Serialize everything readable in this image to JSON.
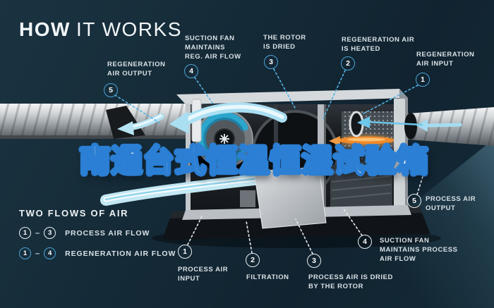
{
  "title": {
    "word_bold": "HOW",
    "word_light": "IT WORKS"
  },
  "watermark_text": "南通台式恒温恒湿试验箱",
  "callouts": [
    {
      "num": "5",
      "label": "REGENERATION\nAIR OUTPUT",
      "flow": "regeneration"
    },
    {
      "num": "4",
      "label": "SUCTION FAN\nMAINTAINS\nREG. AIR FLOW",
      "flow": "regeneration"
    },
    {
      "num": "3",
      "label": "THE ROTOR\nIS DRIED",
      "flow": "regeneration"
    },
    {
      "num": "2",
      "label": "REGENERATION AIR\nIS HEATED",
      "flow": "regeneration"
    },
    {
      "num": "1",
      "label": "REGENERATION\nAIR INPUT",
      "flow": "regeneration"
    },
    {
      "num": "1",
      "label": "PROCESS AIR\nINPUT",
      "flow": "process"
    },
    {
      "num": "2",
      "label": "FILTRATION",
      "flow": "process"
    },
    {
      "num": "3",
      "label": "PROCESS AIR IS DRIED\nBY THE ROTOR",
      "flow": "process"
    },
    {
      "num": "4",
      "label": "SUCTION FAN\nMAINTAINS PROCESS\nAIR FLOW",
      "flow": "process"
    },
    {
      "num": "5",
      "label": "PROCESS AIR\nOUTPUT",
      "flow": "process"
    }
  ],
  "legend": {
    "title": "TWO FLOWS OF AIR",
    "rows": [
      {
        "from": "1",
        "dash": "–",
        "to": "3",
        "label": "PROCESS AIR FLOW",
        "type": "process"
      },
      {
        "from": "1",
        "dash": "–",
        "to": "4",
        "label": "REGENERATION AIR FLOW",
        "type": "regeneration"
      }
    ]
  },
  "colors": {
    "background": "#152b38",
    "accent_blue": "#4aa4d9",
    "watermark_outline_blue": "#2b7fd4",
    "heater_orange": "#f08a2a",
    "flow_arrow_blue": "#aadff2",
    "label_text": "#d9e1e6"
  }
}
